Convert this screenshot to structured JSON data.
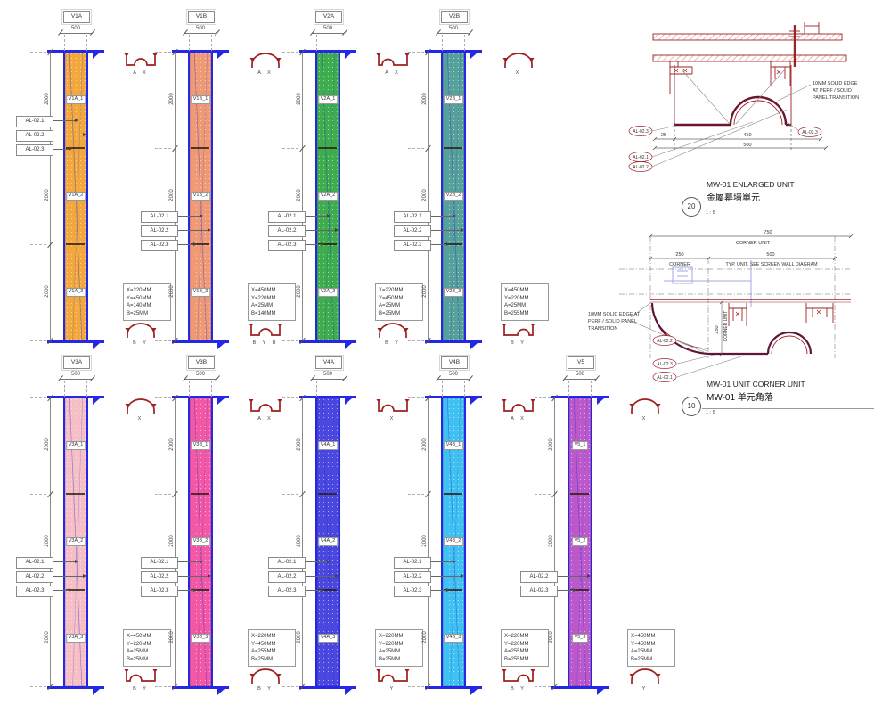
{
  "colors": {
    "structure_blue": "#2626E6",
    "detail_red": "#9E2222",
    "solid_edge_dark": "#6E1430",
    "ghost_blue": "#8C96DE"
  },
  "panels": [
    {
      "id": "V1A",
      "row": 0,
      "col": 0,
      "width_dim": "500",
      "seg_dim": "2000",
      "fill": "#F2A83C",
      "segments": [
        "V1A_1",
        "V1A_2",
        "V1A_3"
      ],
      "al": [
        "AL-02.1",
        "AL-02.2",
        "AL-02.3"
      ],
      "al_pos": "upper",
      "spec": [
        "X=220MM",
        "Y=450MM",
        "A=140MM",
        "B=25MM"
      ],
      "icon_top": {
        "shape": "hump",
        "label": "A X"
      },
      "icon_bottom": {
        "shape": "dome",
        "label": "B Y"
      }
    },
    {
      "id": "V1B",
      "row": 0,
      "col": 1,
      "width_dim": "500",
      "seg_dim": "2000",
      "fill": "#EF9A75",
      "segments": [
        "V1B_1",
        "V1B_2",
        "V1B_3"
      ],
      "al": [
        "AL-02.1",
        "AL-02.2",
        "AL-02.3"
      ],
      "al_pos": "lower",
      "spec": [
        "X=450MM",
        "Y=220MM",
        "A=25MM",
        "B=140MM"
      ],
      "icon_top": {
        "shape": "dome",
        "label": "A X"
      },
      "icon_bottom": {
        "shape": "hump",
        "label": "B Y B"
      }
    },
    {
      "id": "V2A",
      "row": 0,
      "col": 2,
      "width_dim": "500",
      "seg_dim": "2000",
      "fill": "#3EAD4D",
      "segments": [
        "V2A_1",
        "V2A_2",
        "V2A_3"
      ],
      "al": [
        "AL-02.1",
        "AL-02.2",
        "AL-02.3"
      ],
      "al_pos": "lower",
      "spec": [
        "X=220MM",
        "Y=450MM",
        "A=25MM",
        "B=25MM"
      ],
      "icon_top": {
        "shape": "humpL",
        "label": "A X"
      },
      "icon_bottom": {
        "shape": "dome",
        "label": "B Y"
      }
    },
    {
      "id": "V2B",
      "row": 0,
      "col": 3,
      "width_dim": "500",
      "seg_dim": "2000",
      "fill": "#57A19B",
      "segments": [
        "V2B_1",
        "V2B_2",
        "V2B_3"
      ],
      "al": [
        "AL-02.1",
        "AL-02.2",
        "AL-02.3"
      ],
      "al_pos": "lower",
      "spec": [
        "X=450MM",
        "Y=220MM",
        "A=25MM",
        "B=255MM"
      ],
      "icon_top": {
        "shape": "dome",
        "label": "X"
      },
      "icon_bottom": {
        "shape": "humpR",
        "label": "B Y"
      }
    },
    {
      "id": "V3A",
      "row": 1,
      "col": 0,
      "width_dim": "500",
      "seg_dim": "2000",
      "fill": "#F6BEC5",
      "segments": [
        "V3A_1",
        "V3A_2",
        "V3A_3"
      ],
      "al": [
        "AL-02.1",
        "AL-02.2",
        "AL-02.3"
      ],
      "al_pos": "lower",
      "spec": [
        "X=450MM",
        "Y=220MM",
        "A=25MM",
        "B=25MM"
      ],
      "icon_top": {
        "shape": "dome",
        "label": "X"
      },
      "icon_bottom": {
        "shape": "humpL",
        "label": "B Y"
      }
    },
    {
      "id": "V3B",
      "row": 1,
      "col": 1,
      "width_dim": "500",
      "seg_dim": "2000",
      "fill": "#F358A4",
      "segments": [
        "V3B_1",
        "V3B_2",
        "V3B_3"
      ],
      "al": [
        "AL-02.1",
        "AL-02.2",
        "AL-02.3"
      ],
      "al_pos": "lower",
      "spec": [
        "X=220MM",
        "Y=450MM",
        "A=255MM",
        "B=25MM"
      ],
      "icon_top": {
        "shape": "hump",
        "label": "A X"
      },
      "icon_bottom": {
        "shape": "dome",
        "label": "B Y"
      }
    },
    {
      "id": "V4A",
      "row": 1,
      "col": 2,
      "width_dim": "500",
      "seg_dim": "2000",
      "fill": "#4A48DE",
      "segments": [
        "V4A_1",
        "V4A_2",
        "V4A_3"
      ],
      "al": [
        "AL-02.1",
        "AL-02.2",
        "AL-02.3"
      ],
      "al_pos": "lower",
      "spec": [
        "X=220MM",
        "Y=220MM",
        "A=25MM",
        "B=25MM"
      ],
      "icon_top": {
        "shape": "humpL",
        "label": "X"
      },
      "icon_bottom": {
        "shape": "humpL",
        "label": "Y"
      }
    },
    {
      "id": "V4B",
      "row": 1,
      "col": 3,
      "width_dim": "500",
      "seg_dim": "2000",
      "fill": "#3FC2F1",
      "segments": [
        "V4B_1",
        "V4B_2",
        "V4B_3"
      ],
      "al": [
        "AL-02.1",
        "AL-02.2",
        "AL-02.3"
      ],
      "al_pos": "lower",
      "spec": [
        "X=220MM",
        "Y=220MM",
        "A=255MM",
        "B=255MM"
      ],
      "icon_top": {
        "shape": "hump",
        "label": "A X"
      },
      "icon_bottom": {
        "shape": "humpR",
        "label": "B Y"
      }
    },
    {
      "id": "V5",
      "row": 1,
      "col": 4,
      "width_dim": "500",
      "seg_dim": "2000",
      "fill": "#BB59CB",
      "segments": [
        "V5_1",
        "V5_2",
        "V5_3"
      ],
      "al": [
        "AL-02.2",
        "AL-02.3"
      ],
      "al_pos": "lower",
      "spec": [
        "X=450MM",
        "Y=450MM",
        "A=25MM",
        "B=25MM"
      ],
      "icon_top": {
        "shape": "dome",
        "label": "X"
      },
      "icon_bottom": {
        "shape": "dome",
        "label": "Y"
      }
    }
  ],
  "enlarged_unit": {
    "note": [
      "10MM SOLID EDGE",
      "AT PERF / SOLID",
      "PANEL TRANSITION"
    ],
    "dim_small": "25",
    "dim_inner": "450",
    "dim_outer": "500",
    "tag_left": "AL-02.3",
    "tag_right": "AL-02.3",
    "tag_1": "AL-02.1",
    "tag_2": "AL-02.2",
    "title": "MW-01 ENLARGED UNIT",
    "subtitle": "金屬幕墙單元",
    "number": "20",
    "scale": "1 : 5"
  },
  "corner_unit": {
    "dim_total": "750",
    "dim_total_label": "CORNER UNIT",
    "dim_corner": "250",
    "dim_corner_label": "CORNER",
    "dim_typ": "500",
    "dim_typ_label": "TYP. UNIT, SEE SCREEN WALL DIAGRAM",
    "dim_v": "250",
    "dim_v_label": "CORNER UNIT",
    "note": [
      "10MM SOLID EDGE AT",
      "PERF / SOLID PANEL",
      "TRANSITION"
    ],
    "tag_1": "AL-02.2",
    "tag_2": "AL-02.3",
    "tag_3": "AL-02.1",
    "title": "MW-01 UNIT CORNER UNIT",
    "subtitle": "MW-01 单元角落",
    "number": "10",
    "scale": "1 : 5"
  }
}
